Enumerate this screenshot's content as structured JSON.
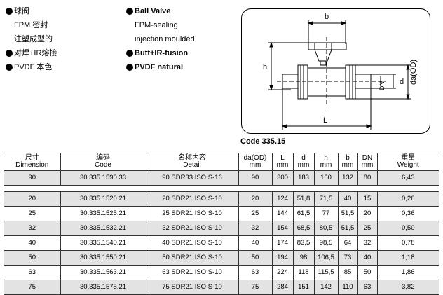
{
  "left_list": [
    {
      "text": "球阀",
      "bullet": true,
      "bold": false
    },
    {
      "text": "FPM 密封",
      "bullet": false,
      "bold": false
    },
    {
      "text": "注塑成型的",
      "bullet": false,
      "bold": false
    },
    {
      "text": "对焊+IR熔接",
      "bullet": true,
      "bold": false
    },
    {
      "text": "PVDF 本色",
      "bullet": true,
      "bold": false
    }
  ],
  "mid_list": [
    {
      "text": "Ball Valve",
      "bullet": true,
      "bold": true
    },
    {
      "text": "FPM-sealing",
      "bullet": false,
      "bold": false
    },
    {
      "text": "injection moulded",
      "bullet": false,
      "bold": false
    },
    {
      "text": "Butt+IR-fusion",
      "bullet": true,
      "bold": true
    },
    {
      "text": "PVDF natural",
      "bullet": true,
      "bold": true
    }
  ],
  "diagram": {
    "labels": {
      "b": "b",
      "h": "h",
      "da": "da(OD)",
      "dn": "DN",
      "d": "d",
      "L": "L"
    }
  },
  "code_caption": "Code 335.15",
  "table": {
    "headers": [
      {
        "cn": "尺寸",
        "en": "Dimension"
      },
      {
        "cn": "编码",
        "en": "Code"
      },
      {
        "cn": "名称内容",
        "en": "Detail"
      },
      {
        "cn": "da(OD)",
        "en": "mm"
      },
      {
        "cn": "L",
        "en": "mm"
      },
      {
        "cn": "d",
        "en": "mm"
      },
      {
        "cn": "h",
        "en": "mm"
      },
      {
        "cn": "b",
        "en": "mm"
      },
      {
        "cn": "DN",
        "en": "mm"
      },
      {
        "cn": "重量",
        "en": "Weight"
      }
    ],
    "rows_group1": [
      [
        "90",
        "30.335.1590.33",
        "90 SDR33 ISO S-16",
        "90",
        "300",
        "183",
        "160",
        "132",
        "80",
        "6,43"
      ]
    ],
    "rows_group2": [
      [
        "20",
        "30.335.1520.21",
        "20 SDR21 ISO S-10",
        "20",
        "124",
        "51,8",
        "71,5",
        "40",
        "15",
        "0,26"
      ],
      [
        "25",
        "30.335.1525.21",
        "25 SDR21 ISO S-10",
        "25",
        "144",
        "61,5",
        "77",
        "51,5",
        "20",
        "0,36"
      ],
      [
        "32",
        "30.335.1532.21",
        "32 SDR21 ISO S-10",
        "32",
        "154",
        "68,5",
        "80,5",
        "51,5",
        "25",
        "0,50"
      ],
      [
        "40",
        "30.335.1540.21",
        "40 SDR21 ISO S-10",
        "40",
        "174",
        "83,5",
        "98,5",
        "64",
        "32",
        "0,78"
      ],
      [
        "50",
        "30.335.1550.21",
        "50 SDR21 ISO S-10",
        "50",
        "194",
        "98",
        "106,5",
        "73",
        "40",
        "1,18"
      ],
      [
        "63",
        "30.335.1563.21",
        "63 SDR21 ISO S-10",
        "63",
        "224",
        "118",
        "115,5",
        "85",
        "50",
        "1,86"
      ],
      [
        "75",
        "30.335.1575.21",
        "75 SDR21 ISO S-10",
        "75",
        "284",
        "151",
        "142",
        "110",
        "63",
        "3,82"
      ]
    ]
  }
}
